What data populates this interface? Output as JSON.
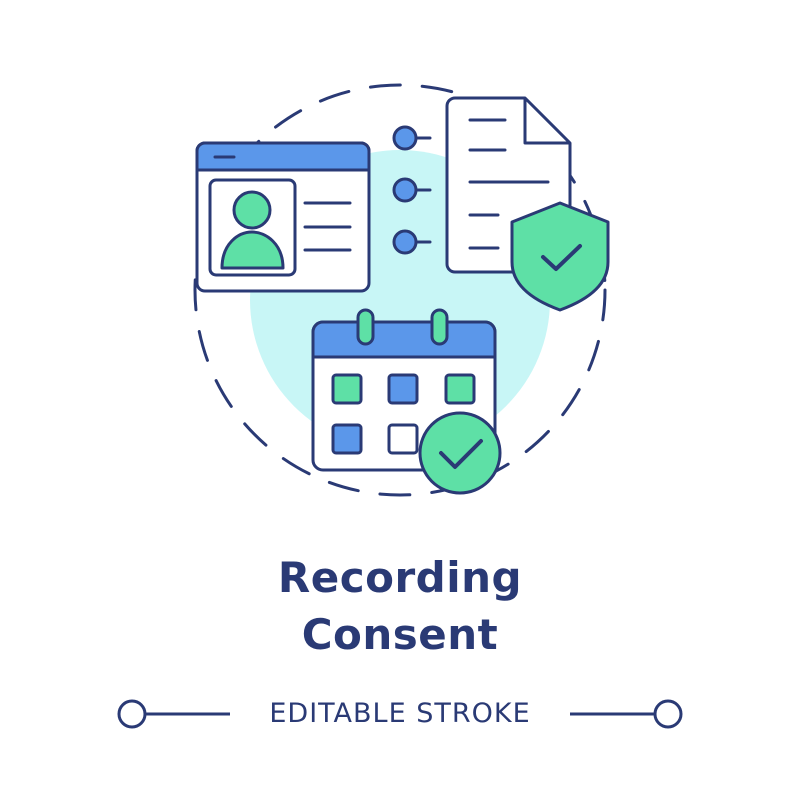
{
  "title": {
    "line1": "Recording",
    "line2": "Consent"
  },
  "footer": {
    "label": "EDITABLE STROKE"
  },
  "icons": [
    "profile-window-icon",
    "document-icon",
    "shield-check-icon",
    "calendar-icon",
    "check-badge-icon",
    "connector-dots-icon"
  ],
  "colors": {
    "stroke": "#2a3a75",
    "blue_fill": "#5b97ea",
    "green_fill": "#5ee0a6",
    "backdrop": "#c8f6f6",
    "text": "#2a3a75"
  }
}
